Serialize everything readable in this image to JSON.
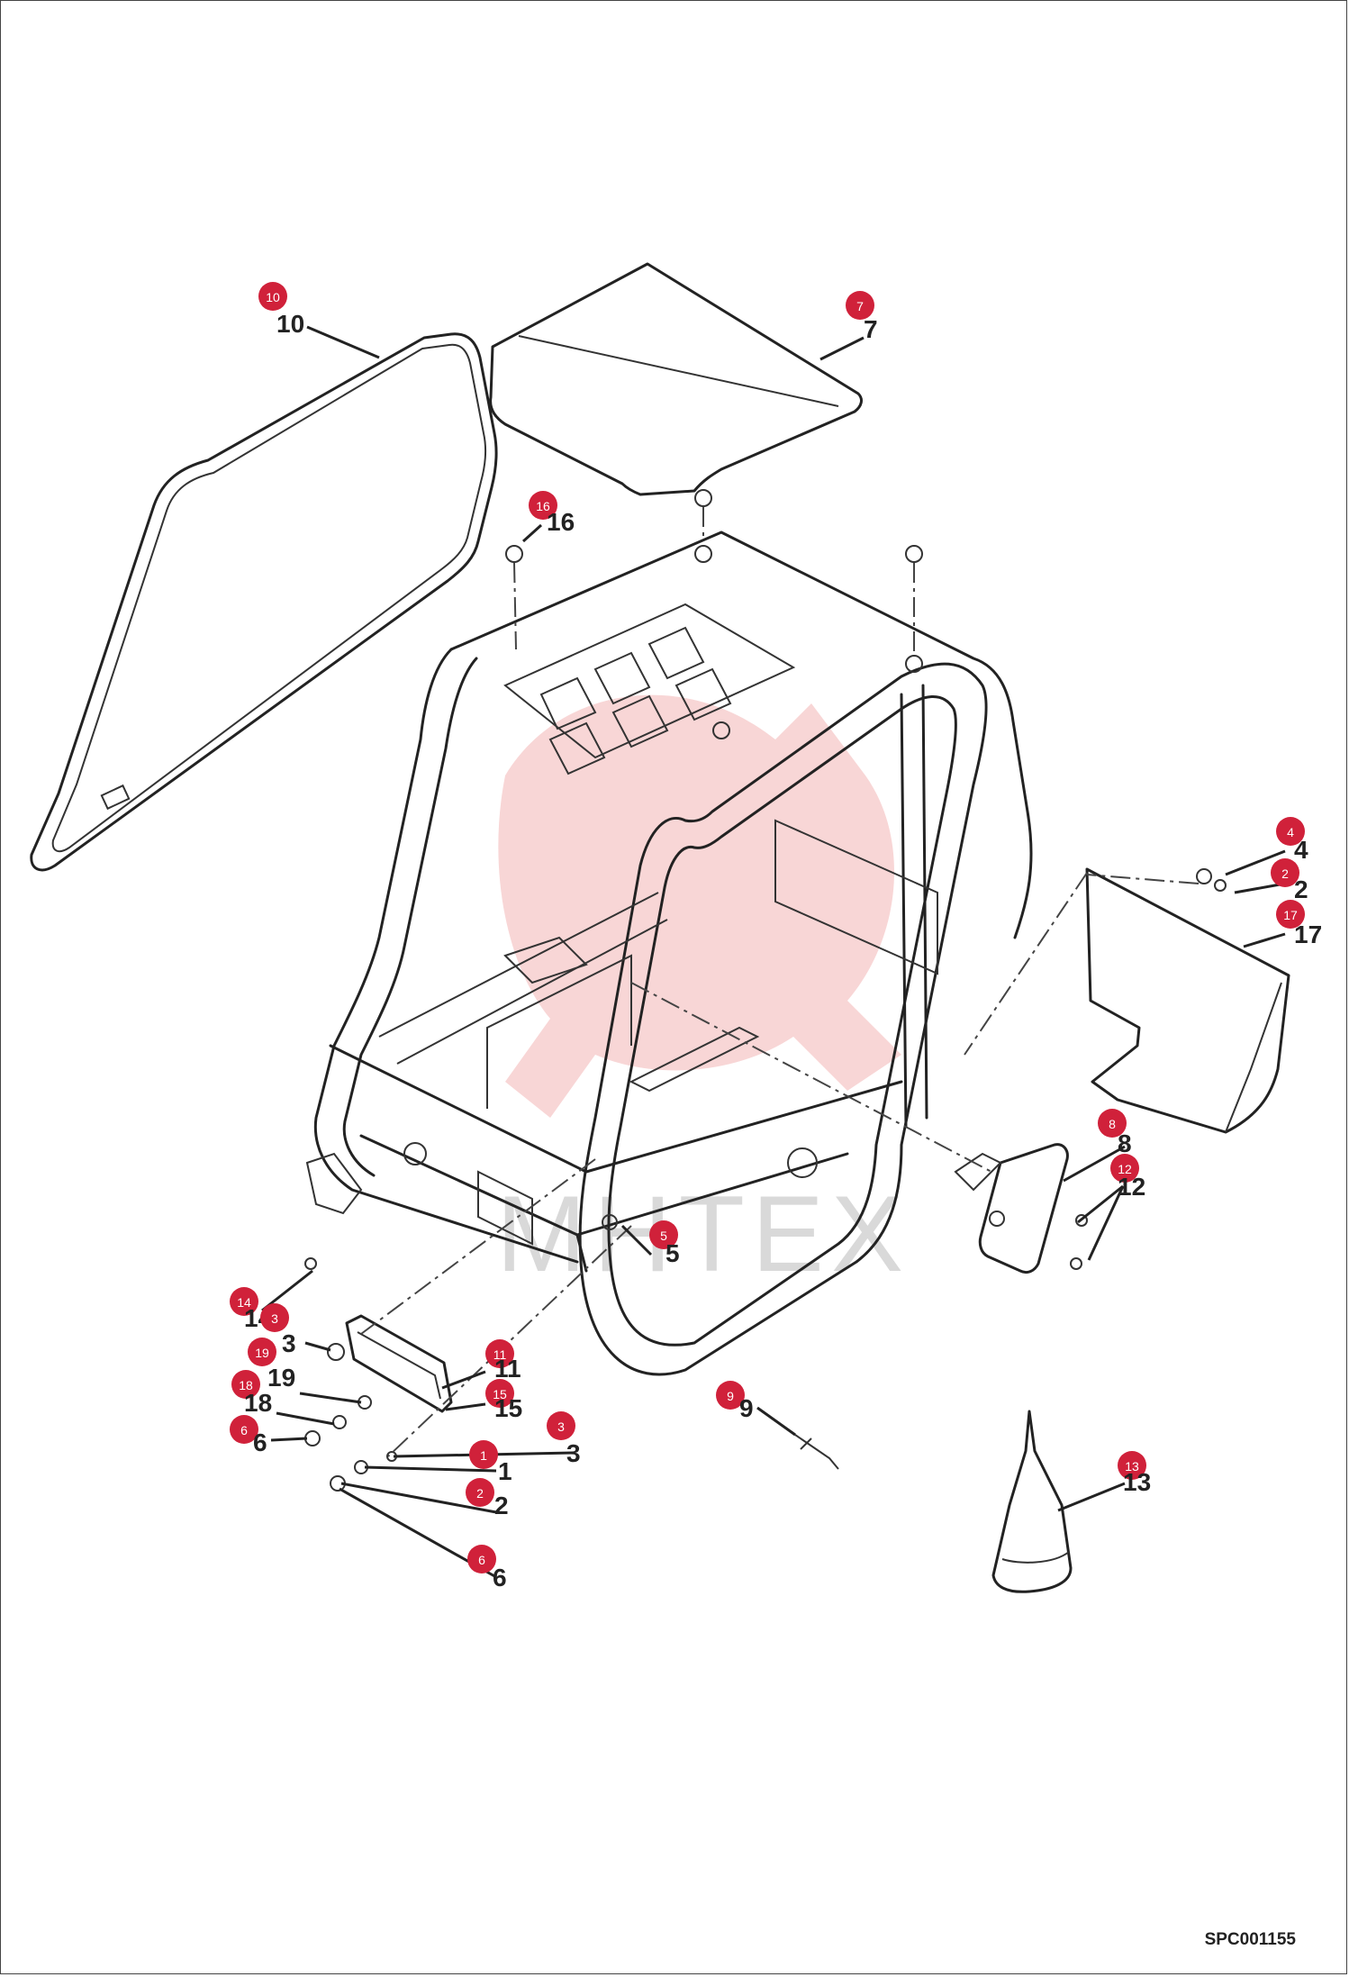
{
  "drawing_code": "SPC001155",
  "watermark_text": "MHTEX",
  "badge_color": "#d0213a",
  "callouts": [
    {
      "id": "c10",
      "badge": "10",
      "label": "10"
    },
    {
      "id": "c7",
      "badge": "7",
      "label": "7"
    },
    {
      "id": "c16",
      "badge": "16",
      "label": "16"
    },
    {
      "id": "c4",
      "badge": "4",
      "label": "4"
    },
    {
      "id": "c2a",
      "badge": "2",
      "label": "2"
    },
    {
      "id": "c17",
      "badge": "17",
      "label": "17"
    },
    {
      "id": "c8",
      "badge": "8",
      "label": "8"
    },
    {
      "id": "c12",
      "badge": "12",
      "label": "12"
    },
    {
      "id": "c5",
      "badge": "5",
      "label": "5"
    },
    {
      "id": "c14",
      "badge": "14",
      "label": "14"
    },
    {
      "id": "c3a",
      "badge": "3",
      "label": "3"
    },
    {
      "id": "c19",
      "badge": "19",
      "label": "19"
    },
    {
      "id": "c18",
      "badge": "18",
      "label": "18"
    },
    {
      "id": "c6a",
      "badge": "6",
      "label": "6"
    },
    {
      "id": "c11",
      "badge": "11",
      "label": "11"
    },
    {
      "id": "c15",
      "badge": "15",
      "label": "15"
    },
    {
      "id": "c3b",
      "badge": "3",
      "label": "3"
    },
    {
      "id": "c1",
      "badge": "1",
      "label": "1"
    },
    {
      "id": "c2b",
      "badge": "2",
      "label": "2"
    },
    {
      "id": "c6b",
      "badge": "6",
      "label": "6"
    },
    {
      "id": "c9",
      "badge": "9",
      "label": "9"
    },
    {
      "id": "c13",
      "badge": "13",
      "label": "13"
    }
  ]
}
